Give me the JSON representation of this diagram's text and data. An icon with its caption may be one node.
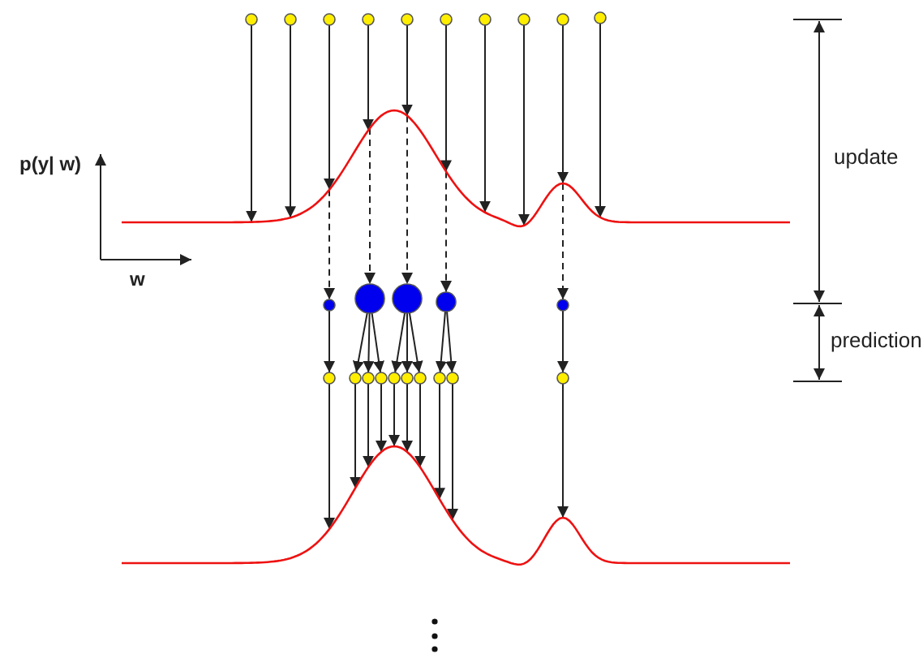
{
  "diagram": {
    "nodes": [
      {
        "text": [],
        "shape": "circle"
      },
      {
        "text": [],
        "shape": "circle"
      },
      {
        "text": [],
        "shape": "circle"
      },
      {
        "text": [],
        "shape": "circle"
      },
      {
        "text": [],
        "shape": "circle"
      },
      {
        "text": [],
        "shape": "circle"
      },
      {
        "text": [],
        "shape": "circle"
      },
      {
        "text": [],
        "shape": "circle"
      },
      {
        "text": [],
        "shape": "circle"
      },
      {
        "text": [],
        "shape": "circle"
      },
      {
        "text": [],
        "shape": "curve"
      },
      {
        "text": [],
        "shape": "circle"
      },
      {
        "text": [],
        "shape": "circle"
      },
      {
        "text": [],
        "shape": "circle"
      },
      {
        "text": [],
        "shape": "circle"
      },
      {
        "text": [],
        "shape": "circle"
      },
      {
        "text": [],
        "shape": "circle"
      },
      {
        "text": [],
        "shape": "circle"
      },
      {
        "text": [],
        "shape": "circle"
      },
      {
        "text": [],
        "shape": "circle"
      },
      {
        "text": [],
        "shape": "circle"
      },
      {
        "text": [],
        "shape": "circle"
      },
      {
        "text": [],
        "shape": "circle"
      },
      {
        "text": [],
        "shape": "circle"
      },
      {
        "text": [],
        "shape": "circle"
      },
      {
        "text": [],
        "shape": "circle"
      },
      {
        "text": [],
        "shape": "curve"
      }
    ],
    "edges": [
      {
        "from": 0,
        "to": 10,
        "arrow": "to"
      },
      {
        "from": 1,
        "to": 10,
        "arrow": "to"
      },
      {
        "from": 2,
        "to": 10,
        "arrow": "to"
      },
      {
        "from": 3,
        "to": 10,
        "arrow": "to"
      },
      {
        "from": 4,
        "to": 10,
        "arrow": "to"
      },
      {
        "from": 5,
        "to": 10,
        "arrow": "to"
      },
      {
        "from": 6,
        "to": 10,
        "arrow": "to"
      },
      {
        "from": 7,
        "to": 10,
        "arrow": "to"
      },
      {
        "from": 8,
        "to": 10,
        "arrow": "to"
      },
      {
        "from": 9,
        "to": 10,
        "arrow": "to"
      },
      {
        "from": 10,
        "to": 11,
        "arrow": "to",
        "style": "dashed"
      },
      {
        "from": 10,
        "to": 12,
        "arrow": "to",
        "style": "dashed"
      },
      {
        "from": 10,
        "to": 13,
        "arrow": "to",
        "style": "dashed"
      },
      {
        "from": 10,
        "to": 14,
        "arrow": "to",
        "style": "dashed"
      },
      {
        "from": 10,
        "to": 15,
        "arrow": "to",
        "style": "dashed"
      },
      {
        "from": 11,
        "to": 16,
        "arrow": "to"
      },
      {
        "from": 12,
        "to": 17,
        "arrow": "to"
      },
      {
        "from": 12,
        "to": 18,
        "arrow": "to"
      },
      {
        "from": 12,
        "to": 19,
        "arrow": "to"
      },
      {
        "from": 13,
        "to": 20,
        "arrow": "to"
      },
      {
        "from": 13,
        "to": 21,
        "arrow": "to"
      },
      {
        "from": 13,
        "to": 22,
        "arrow": "to"
      },
      {
        "from": 14,
        "to": 23,
        "arrow": "to"
      },
      {
        "from": 14,
        "to": 24,
        "arrow": "to"
      },
      {
        "from": 15,
        "to": 25,
        "arrow": "to"
      },
      {
        "from": 16,
        "to": 26,
        "arrow": "to"
      },
      {
        "from": 17,
        "to": 26,
        "arrow": "to"
      },
      {
        "from": 18,
        "to": 26,
        "arrow": "to"
      },
      {
        "from": 19,
        "to": 26,
        "arrow": "to"
      },
      {
        "from": 20,
        "to": 26,
        "arrow": "to"
      },
      {
        "from": 21,
        "to": 26,
        "arrow": "to"
      },
      {
        "from": 22,
        "to": 26,
        "arrow": "to"
      },
      {
        "from": 23,
        "to": 26,
        "arrow": "to"
      },
      {
        "from": 24,
        "to": 26,
        "arrow": "to"
      },
      {
        "from": 25,
        "to": 26,
        "arrow": "to"
      }
    ],
    "labels": [
      "p(y| w)",
      "w",
      "update",
      "prediction"
    ]
  }
}
